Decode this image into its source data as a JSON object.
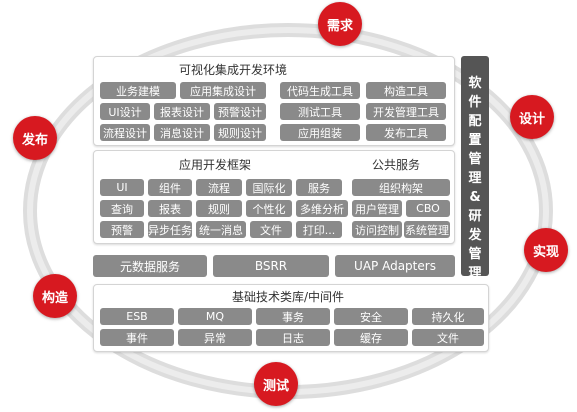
{
  "badges": {
    "xuqiu": "需求",
    "sheji": "设计",
    "shixian": "实现",
    "ceshi": "测试",
    "gouzao": "构造",
    "fabu": "发布"
  },
  "visual_env": {
    "title": "可视化集成开发环境",
    "items": [
      "业务建模",
      "应用集成设计",
      "UI设计",
      "报表设计",
      "预警设计",
      "流程设计",
      "消息设计",
      "规则设计"
    ]
  },
  "tools": {
    "items": [
      "代码生成工具",
      "构造工具",
      "测试工具",
      "开发管理工具",
      "应用组装",
      "发布工具"
    ]
  },
  "app_framework": {
    "title": "应用开发框架",
    "items": [
      "UI",
      "组件",
      "流程",
      "国际化",
      "服务",
      "查询",
      "报表",
      "规则",
      "个性化",
      "多维分析",
      "预警",
      "异步任务",
      "统一消息",
      "文件",
      "打印..."
    ]
  },
  "public_services": {
    "title": "公共服务",
    "items": [
      "组织构架",
      "用户管理",
      "CBO",
      "访问控制",
      "系统管理"
    ]
  },
  "middle_bars": [
    "元数据服务",
    "BSRR",
    "UAP Adapters"
  ],
  "side_panel": {
    "text": "软件配置管理&研发管理"
  },
  "base_lib": {
    "title": "基础技术类库/中间件",
    "items": [
      "ESB",
      "MQ",
      "事务",
      "安全",
      "持久化",
      "事件",
      "异常",
      "日志",
      "缓存",
      "文件"
    ]
  },
  "colors": {
    "badge": "#d71920",
    "chip": "#8a8a8a",
    "side": "#555555",
    "ring": "#e3e3e3"
  }
}
